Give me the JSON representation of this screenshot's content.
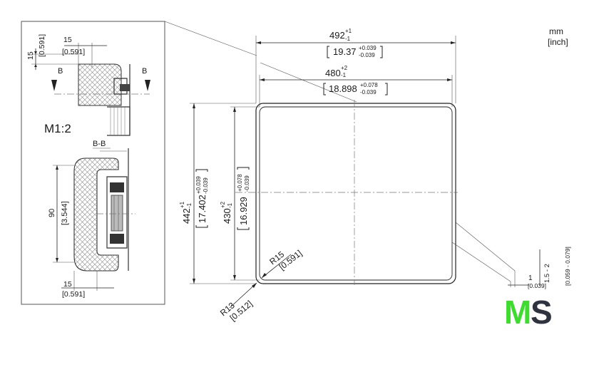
{
  "units": {
    "mm": "mm",
    "inch": "[inch]"
  },
  "detail": {
    "scale": "M1:2",
    "section_marker": "B",
    "section_title": "B-B",
    "dim_top_vertical": {
      "mm": "15",
      "inch": "[0.591]"
    },
    "dim_top_horizontal": {
      "mm": "15",
      "inch": "[0.591]"
    },
    "dim_section_height": {
      "mm": "90",
      "inch": "[3.544]"
    },
    "dim_section_bottom": {
      "mm": "15",
      "inch": "[0.591]"
    }
  },
  "main": {
    "outer_width": {
      "nominal": "492",
      "tol_upper": "+1",
      "tol_lower": "-1",
      "inch": "19.37",
      "inch_tol_upper": "+0.039",
      "inch_tol_lower": "-0.039"
    },
    "inner_width": {
      "nominal": "480",
      "tol_upper": "+2",
      "tol_lower": "-1",
      "inch": "18.898",
      "inch_tol_upper": "+0.078",
      "inch_tol_lower": "-0.039"
    },
    "outer_height": {
      "nominal": "442",
      "tol_upper": "+1",
      "tol_lower": "-1",
      "inch": "17.402",
      "inch_tol_upper": "+0.039",
      "inch_tol_lower": "-0.039"
    },
    "inner_height": {
      "nominal": "430",
      "tol_upper": "+2",
      "tol_lower": "-1",
      "inch": "16.929",
      "inch_tol_upper": "+0.078",
      "inch_tol_lower": "-0.039"
    },
    "radius_inner": {
      "mm": "R15",
      "inch": "[0.591]"
    },
    "radius_outer": {
      "mm": "R13",
      "inch": "[0.512]"
    },
    "side_gap": {
      "mm": "1",
      "inch": "[0.039]"
    },
    "side_depth": {
      "mm": "1.5 - 2",
      "inch": "[0.059 - 0.079]"
    }
  },
  "logo": {
    "letter_m": "M",
    "letter_s": "S",
    "color_m": "#3ddc2f",
    "color_s": "#2f3340"
  }
}
